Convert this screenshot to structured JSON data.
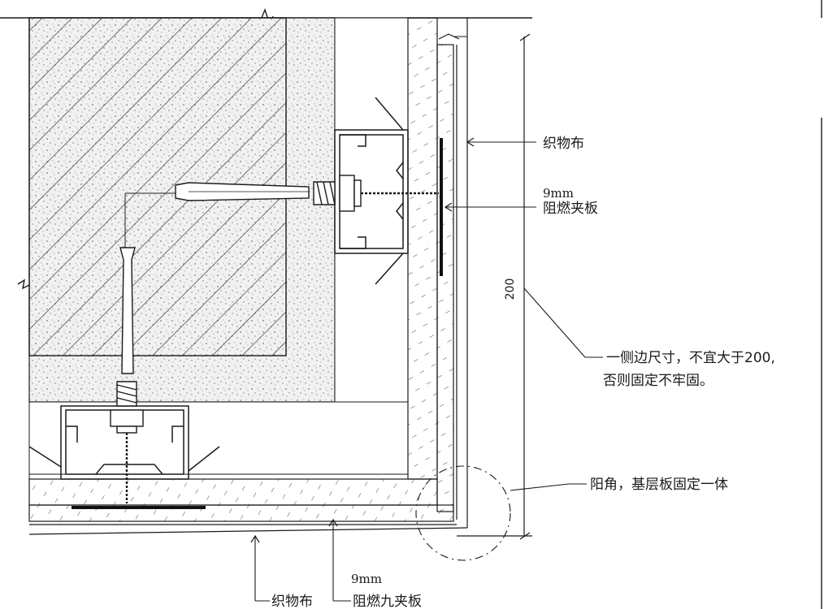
{
  "labels": {
    "top_fabric": "织物布",
    "top_board_spec": "9mm",
    "top_board_name": "阻燃夹板",
    "side_note_line1": "一侧边尺寸，不宜大于200,",
    "side_note_line2": "否则固定不牢固。",
    "corner_note": "阳角，基层板固定一体",
    "bottom_fabric": "织物布",
    "bottom_board_spec": "9mm",
    "bottom_board_name": "阻燃九夹板"
  },
  "dimension": {
    "value": "200"
  },
  "colors": {
    "line": "#1a1a1a",
    "hatch": "#3a3a3a",
    "plaster": "#e9e9e9",
    "background": "#ffffff"
  }
}
